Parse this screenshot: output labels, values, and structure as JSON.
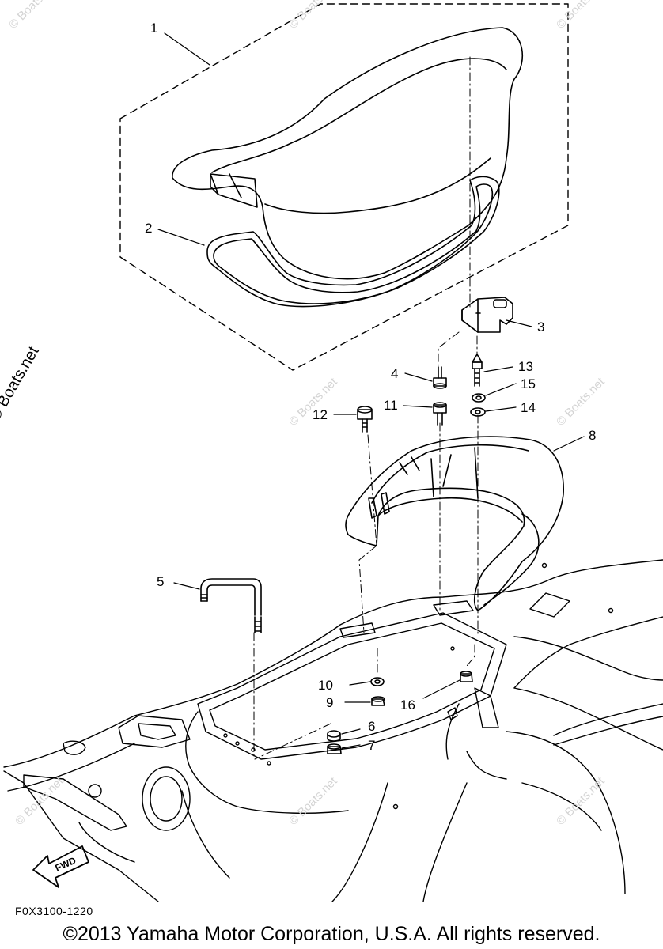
{
  "diagram": {
    "callouts": [
      "1",
      "2",
      "3",
      "4",
      "5",
      "6",
      "7",
      "8",
      "9",
      "10",
      "11",
      "12",
      "13",
      "14",
      "15",
      "16"
    ],
    "drawing_code": "F0X3100-1220",
    "copyright": "©2013 Yamaha Motor Corporation, U.S.A. All rights reserved.",
    "side_watermark": "© Boats.net",
    "tiled_watermark": "© Boats.net",
    "fwd_label": "FWD"
  }
}
